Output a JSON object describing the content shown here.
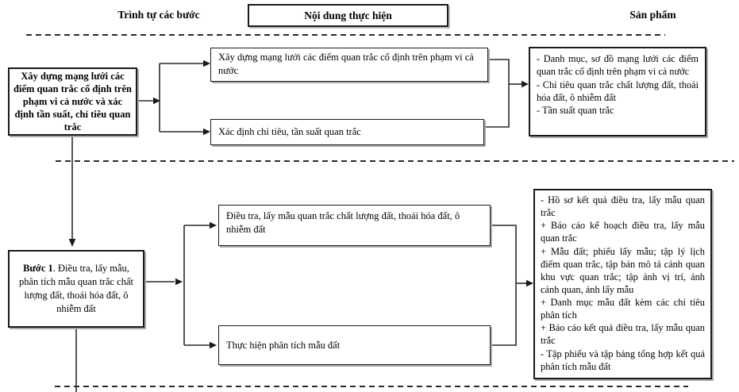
{
  "header": {
    "col_steps": "Trình tự các bước",
    "col_content": "Nội dung thực hiện",
    "col_product": "Sản phẩm"
  },
  "flow1": {
    "step": "Xây dựng mạng lưới các điểm quan trắc cố định trên phạm vi cả nước và xác định tần suất, chỉ tiêu quan trắc",
    "task1": "Xây dựng mạng lưới các điểm quan trắc cố định trên phạm vi cả nước",
    "task2": "Xác định chỉ tiêu, tần suất quan trắc",
    "products": [
      "- Danh mục, sơ đồ mạng lưới các điểm quan trắc cố định trên phạm vi cả nước",
      "- Chỉ tiêu quan trắc chất lượng đất, thoái hóa đất, ô nhiễm đất",
      "- Tần suất quan trắc"
    ]
  },
  "flow2": {
    "step_label": "Bước 1",
    "step_rest": ". Điều tra, lấy mẫu, phân tích mẫu quan trắc chất lượng đất, thoái hóa đất, ô nhiễm đất",
    "task1": "Điều tra, lấy mẫu quan trắc chất lượng đất, thoái hóa đất, ô nhiễm đất",
    "task2": "Thực hiện phân tích mẫu đất",
    "products": [
      "- Hồ sơ kết quả điều tra, lấy mẫu quan trắc",
      "+ Báo cáo kế hoạch điều tra, lấy mẫu quan trắc",
      "+ Mẫu đất; phiếu lấy mẫu; tập lý lịch điểm quan trắc, tập bản mô tả cảnh quan khu vực quan trắc; tập ảnh vị trí, ảnh cảnh quan, ảnh lấy mẫu",
      "+ Danh mục mẫu đất kèm các chỉ tiêu phân tích",
      "+ Báo cáo kết quả điều tra, lấy mẫu quan trắc",
      "- Tập phiếu và tập bảng tổng hợp kết quả phân tích mẫu đất"
    ]
  },
  "colors": {
    "ink": "#1a1a1a",
    "box_shadow": "#ababab",
    "dash_line": "#2b2b2b"
  }
}
